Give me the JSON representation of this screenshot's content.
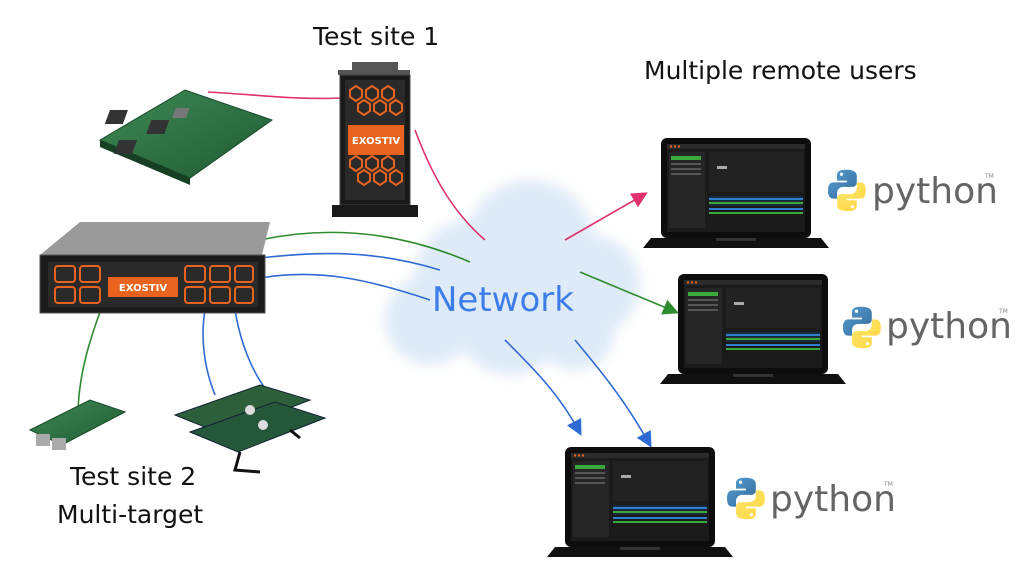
{
  "labels": {
    "test_site_1": "Test site 1",
    "multiple_users": "Multiple remote users",
    "test_site_2_line1": "Test site 2",
    "test_site_2_line2": "Multi-target",
    "network": "Network"
  },
  "brand": {
    "exostiv_logo_text": "EXOSTIV",
    "python_wordmark": "python",
    "python_tm": "TM"
  },
  "colors": {
    "pink_link": "#e0306e",
    "green_link": "#2e8b2e",
    "blue_link": "#2f6ad4",
    "network_text": "#3c7de8",
    "cloud_fill": "#dfeaf8",
    "orange_accent": "#e8641e",
    "python_blue": "#3a72a8",
    "python_yellow": "#f4c92e"
  },
  "icons": {
    "fpga_board": "fpga-board-icon",
    "tower_server": "tower-server-icon",
    "rack_server": "rack-server-icon",
    "cloud": "cloud-icon",
    "laptop": "laptop-icon",
    "python_logo": "python-logo-icon"
  }
}
